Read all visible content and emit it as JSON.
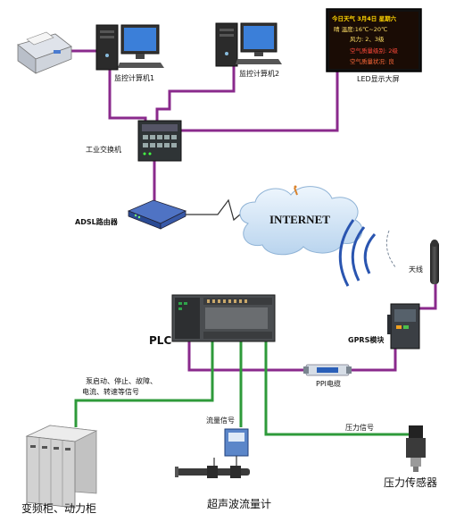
{
  "labels": {
    "pc1": "监控计算机1",
    "pc2": "监控计算机2",
    "led": "LED显示大屏",
    "switch": "工业交换机",
    "router": "ADSL路由器",
    "internet": "INTERNET",
    "antenna": "天线",
    "plc": "PLC",
    "gprs": "GPRS模块",
    "ppi": "PPI电缆",
    "pump_line1": "泵启动、停止、故障、",
    "pump_line2": "电流、转速等信号",
    "flow_signal": "流量信号",
    "pressure_signal": "压力信号",
    "cabinet": "变频柜、动力柜",
    "flowmeter": "超声波流量计",
    "pressure_sensor": "压力传感器"
  },
  "led_screen": {
    "line1": "今日天气 3月4日 星期六",
    "line2": "晴  温度:16℃~20℃",
    "line3": "风力: 2、3级",
    "line4": "空气质量级别: 2级",
    "line5": "空气质量状况: 良"
  },
  "colors": {
    "network_link": "#8a2a8c",
    "signal_link": "#2e9a3a",
    "cloud": "#cfe3f5"
  }
}
